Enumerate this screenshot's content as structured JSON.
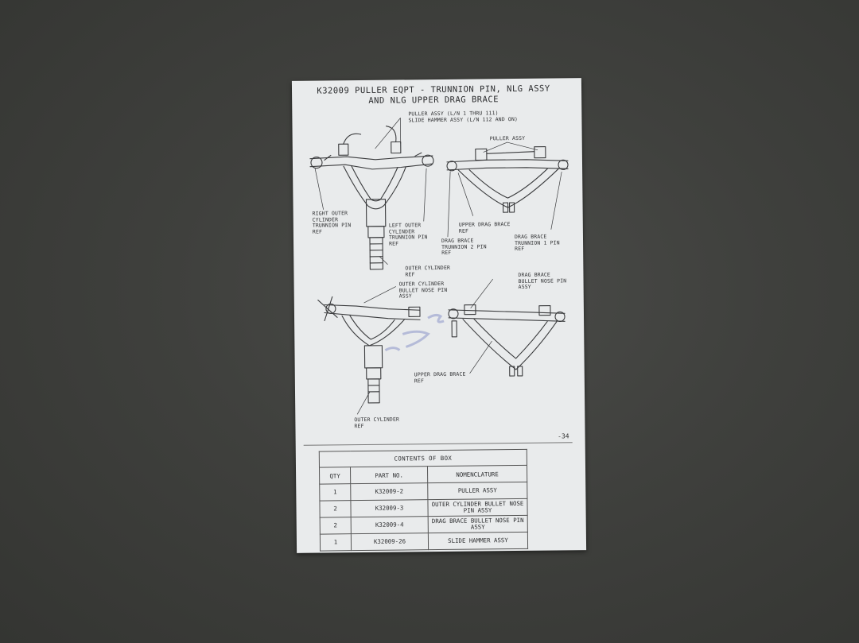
{
  "placard": {
    "title_line1": "K32009 PULLER EQPT - TRUNNION PIN, NLG ASSY",
    "title_line2": "AND NLG UPPER DRAG BRACE",
    "page_number": "-34"
  },
  "labels": {
    "puller_assy_ln": "PULLER ASSY (L/N 1 THRU 111)",
    "slide_hammer_ln": "SLIDE HAMMER ASSY (L/N 112 AND ON)",
    "puller_assy": "PULLER ASSY",
    "right_outer": "RIGHT OUTER\nCYLINDER\nTRUNNION PIN\nREF",
    "left_outer": "LEFT OUTER\nCYLINDER\nTRUNNION PIN\nREF",
    "upper_drag_brace_ref_1": "UPPER DRAG BRACE\nREF",
    "drag_brace_t2": "DRAG BRACE\nTRUNNION 2 PIN\nREF",
    "drag_brace_t1": "DRAG BRACE\nTRUNNION 1 PIN\nREF",
    "outer_cylinder_ref_1": "OUTER CYLINDER\nREF",
    "outer_cyl_bullet": "OUTER CYLINDER\nBULLET NOSE PIN\nASSY",
    "drag_brace_bullet": "DRAG BRACE\nBULLET NOSE PIN\nASSY",
    "upper_drag_brace_ref_2": "UPPER DRAG BRACE\nREF",
    "outer_cylinder_ref_2": "OUTER CYLINDER\nREF"
  },
  "contents": {
    "heading": "CONTENTS OF BOX",
    "col_qty": "QTY",
    "col_part": "PART NO.",
    "col_nomen": "NOMENCLATURE",
    "rows": [
      {
        "qty": "1",
        "part": "K32009-2",
        "nomen": "PULLER ASSY"
      },
      {
        "qty": "2",
        "part": "K32009-3",
        "nomen": "OUTER CYLINDER BULLET NOSE PIN ASSY"
      },
      {
        "qty": "2",
        "part": "K32009-4",
        "nomen": "DRAG BRACE BULLET NOSE PIN ASSY"
      },
      {
        "qty": "1",
        "part": "K32009-26",
        "nomen": "SLIDE HAMMER ASSY"
      }
    ]
  }
}
